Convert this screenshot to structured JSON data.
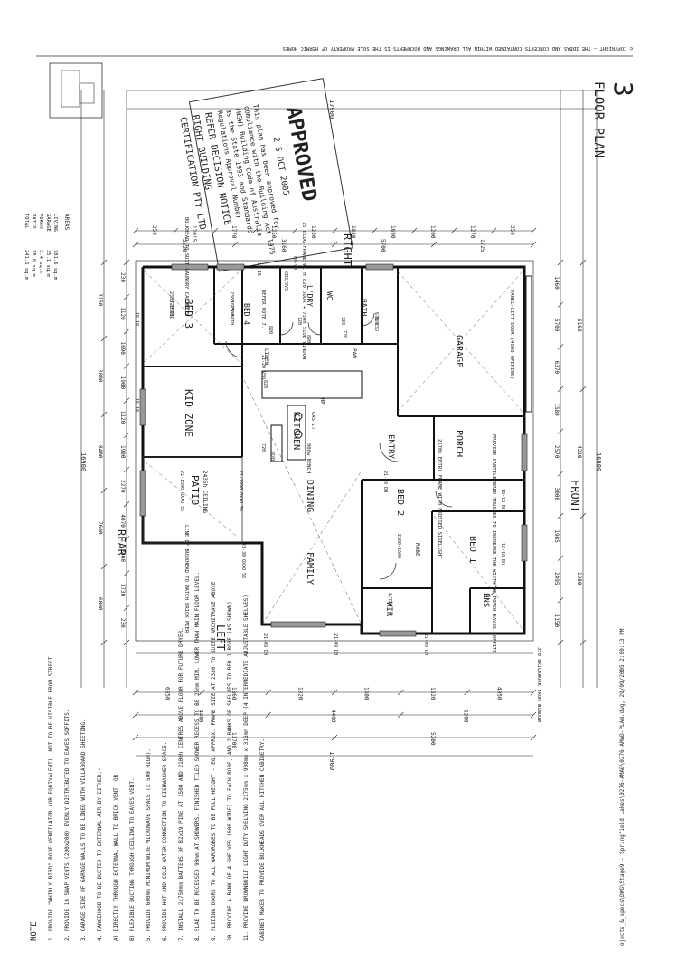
{
  "copyright": "© COPYRIGHT – THE IDEAS AND CONCEPTS CONTAINED WITHIN ALL DRAWINGS AND DOCUMENTS IS THE SOLE PROPERTY OF HERMIC HOMES",
  "title": "FLOOR PLAN",
  "sheet_number": "3",
  "areas": {
    "heading": "AREAS",
    "rows": [
      {
        "label": "LIVING",
        "value": "181.6 sq.m"
      },
      {
        "label": "GARAGE",
        "value": "35.1 sq.m"
      },
      {
        "label": "PORCH",
        "value": "3.4 sq.m"
      },
      {
        "label": "PATIO",
        "value": "18.6 sq.m"
      },
      {
        "label": "TOTAL",
        "value": "241.1 sq.m"
      }
    ]
  },
  "stamp": {
    "approved": "APPROVED",
    "date": "2 5 OCT 2005",
    "lines": [
      "This plan has been approved for",
      "compliance with the Building Act 1975",
      "(NSW) Building Code of Australia",
      "as the State 1993 and Standards",
      "Regulations Approval Number"
    ],
    "notice": "REFER DECISION NOTICE",
    "company1": "RIGHT BUILDING",
    "company2": "CERTIFICATION PTY LTD"
  },
  "sides": {
    "rear": "REAR",
    "left": "LEFT",
    "front": "FRONT",
    "right": "RIGHT"
  },
  "rooms": {
    "bed3": "BED 3",
    "bed4": "BED 4",
    "kid_zone": "KID ZONE",
    "patio": "PATIO",
    "patio_ceiling": "2435h CEILING",
    "dining": "DINING",
    "family": "FAMILY",
    "kitchen": "KITCHEN",
    "ldry": "L'DRY",
    "wc": "WC",
    "bath": "BATH",
    "garage": "GARAGE",
    "entry": "ENTRY",
    "porch": "PORCH",
    "bed2": "BED 2",
    "bed1": "BED 1",
    "wir": "WIR",
    "ens": "ENS",
    "linen": "LINEN",
    "pan": "PAN",
    "robe": "ROBE"
  },
  "labels": {
    "bulkhead": "BULKHEAD TO SUIT LAUNDRY CABINETS",
    "frame_strap": "15 BLDG FRAME WITH 820 DOOR + 750h SIDE WINDOW",
    "porch_note": "PROVIDE CANTILEVERED TRUSSES TO INCREASE THE WIDTH OF PORCH EAVES SOFFITS",
    "entry_door": "2170h ENTRY FRAME WITH FROSTED SIDELIGHT",
    "garage_door": "PANEL-LIFT DOOR (4880 OPENING)",
    "bulkhead_line": "LINE OF BULKHEAD TO MATCH BRICK PIER",
    "brickwork": "350 BRICKWORK FROM WINDOW",
    "refer_note": "REFER NOTE 7.",
    "bench": "900w BENCH",
    "gas_ct": "GAS CT",
    "hp": "HP"
  },
  "dims": {
    "overall_top": "17900",
    "overall_bottom": "17900",
    "depth_left": "16900",
    "depth_right": "16900",
    "top": [
      "350",
      "12015",
      "1770",
      "1250",
      "1250",
      "1830",
      "1690",
      "1200",
      "1270",
      "350"
    ],
    "top2": [
      "2520",
      "3160",
      "5700",
      "1725"
    ],
    "bottom1": [
      "6850",
      "1860",
      "1820",
      "1400",
      "1820",
      "4950"
    ],
    "bottom2": [
      "4400",
      "4400",
      "5200"
    ],
    "bottom3": [
      "11700",
      "5200"
    ],
    "left": [
      "230",
      "1120",
      "1690",
      "1900",
      "1120",
      "1900",
      "2270",
      "4070",
      "2400",
      "1730",
      "230"
    ],
    "left2": [
      "3150",
      "3800",
      "8400",
      "7600",
      "6000"
    ],
    "right": [
      "1460",
      "5700",
      "6370",
      "1580",
      "2570",
      "3000",
      "1985",
      "2495",
      "1150"
    ],
    "right2": [
      "6160",
      "4210",
      "1980"
    ]
  },
  "openings": [
    "2380-1500",
    "2380-1500",
    "21-1500 OXXO 55",
    "21-2990 OXXO 55",
    "21-30 OXXO 55",
    "21-09 DH",
    "21-09 DH",
    "21-09 DH",
    "18-18 DH",
    "18-18 DH",
    "21-09 DH",
    "2380-1600",
    "21-20 VSO",
    "12-15",
    "08-90",
    "15-18",
    "15-18",
    "CBS/SV5",
    "820",
    "720",
    "720",
    "820",
    "820",
    "820",
    "720",
    "820",
    "720",
    "2/720",
    "670 CSD",
    "720 CSD",
    "1575 BATH"
  ],
  "notes": {
    "heading": "NOTE",
    "items": [
      "1. PROVIDE \"WHIRLY BIRD\" ROOF VENTILATOR (OR EQUIVALENT), NOT TO BE VISIBLE FROM STREET.",
      "2. PROVIDE 16 SNAP VENTS (200x200) EVENLY DISTRIBUTED TO EAVES SOFFITS.",
      "3. GARAGE SIDE OF GARAGE WALLS TO BE LINED WITH VILLABOARD SHEETING.",
      "4. RANGEHOOD TO BE DUCTED TO EXTERNAL AIR BY EITHER:-",
      "A) DIRECTLY THROUGH EXTERNAL WALL TO BRICK VENT, OR",
      "B) FLEXIBLE DUCTING THROUGH CEILING TO EAVES VENT.",
      "5. PROVIDE 600mm MINIMUM WIDE MICROWAVE SPACE (x 500 HIGH).",
      "6. PROVIDE HOT AND COLD WATER CONNECTION TO DISHWASHER SPACE.",
      "7. INSTALL 2x750mm BATTENS OF 82x19 PINE AT 1500 AND 2100h CENTRES ABOVE FLOOR FOR FUTURE DRYER.",
      "8. SLAB TO BE RECESSED 90mm AT SHOWERS. FINISHED TILED SHOWER RECESS TO BE 25mm MIN. LOWER THAN MAIN FLOOR LEVEL.",
      "9. SLIDING DOORS TO ALL WARDROBES TO BE FULL HEIGHT - EG. APPROX. FRAME SIZE AT 2380 TO SUITE ARCHITRAVE ABOVE",
      "10. PROVIDE A BANK OF 4 SHELVES (600 WIDE) TO EACH ROBE, AND 2 BANKS OF SHELVES TO BED 1 ROBE (AS SHOWN)",
      "11. PROVIDE BROWNBUILT LIGHT DUTY SHELVING 2175mm x 908mm x 316mm DEEP (4 INTERMEDIATE ADJUSTABLE SHELVES)",
      "CABINET MAKER TO PROVIDE BULKHEADS OVER ALL KITCHEN CABINETRY."
    ]
  },
  "filepath": "ojects_&_specs\\DWG\\Stage9 - Springfield Lakes\\0276-AMAD\\0276-AMAD-PLAN.dwg, 29/09/2005 2:00:13 PM"
}
